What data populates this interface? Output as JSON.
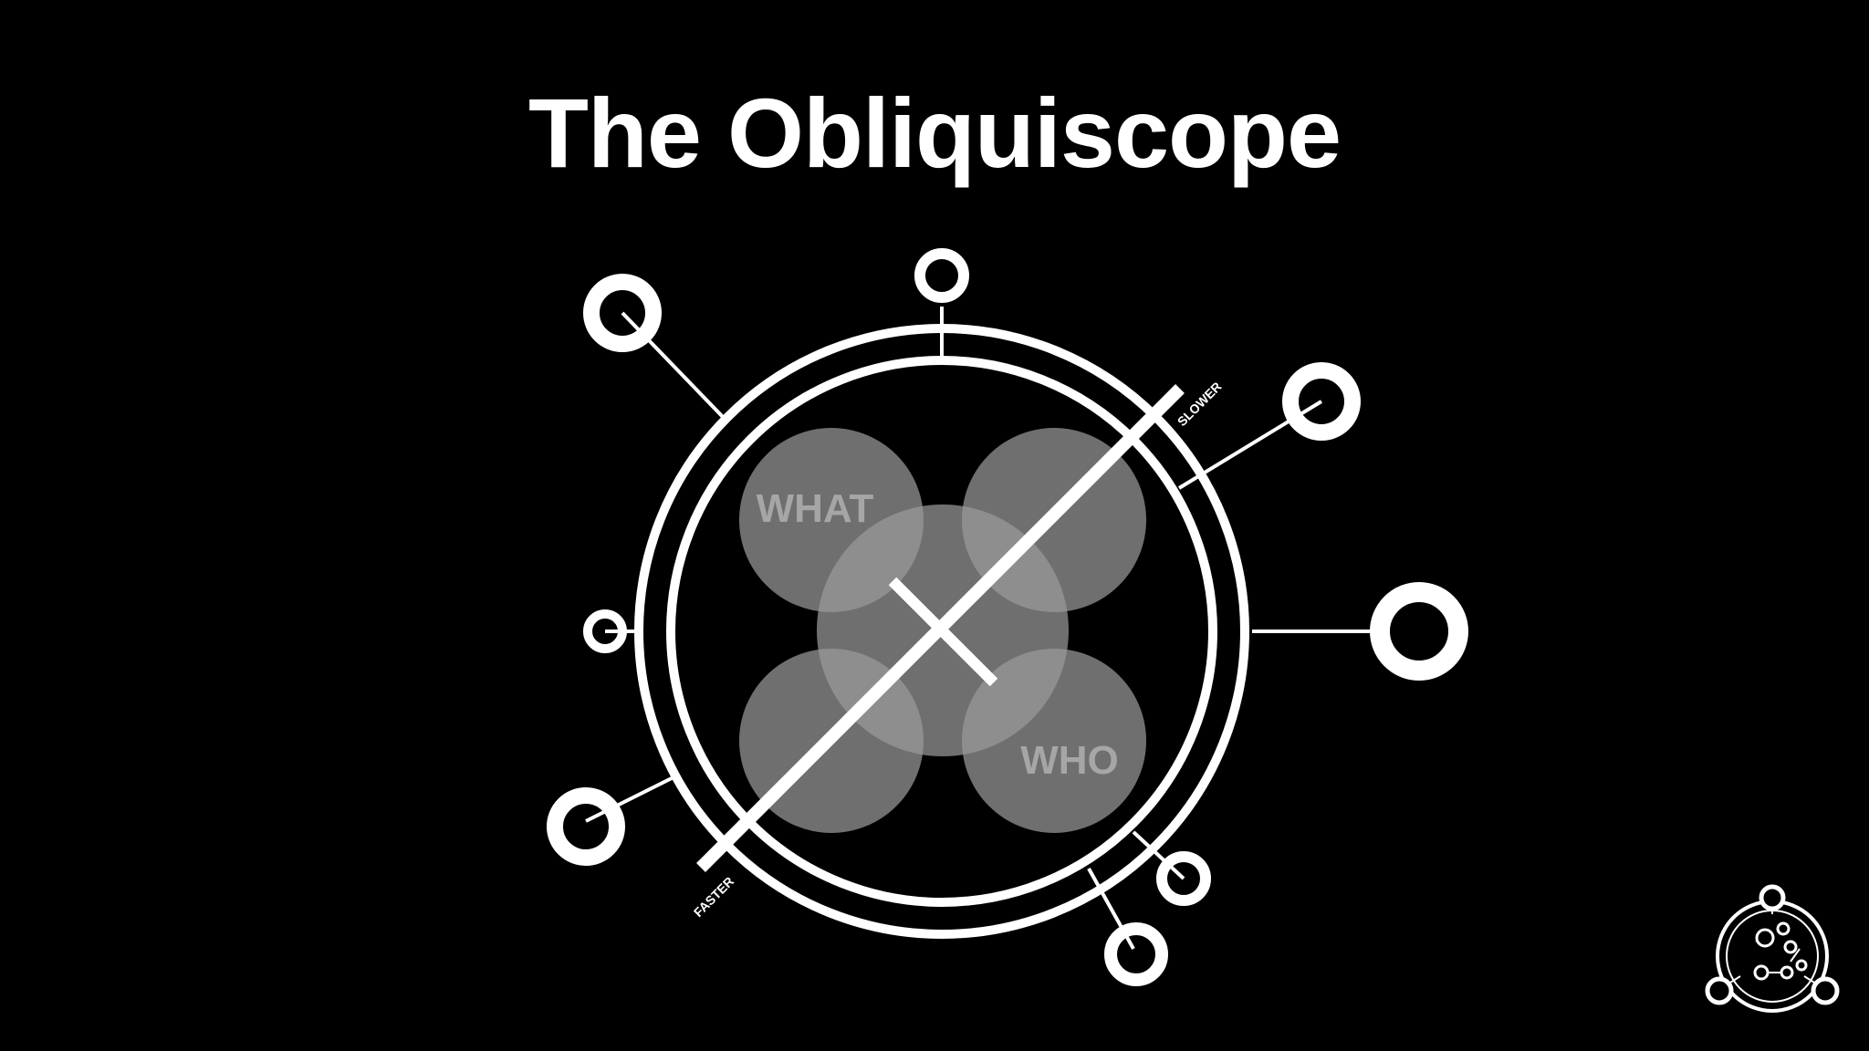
{
  "title": "The Obliquiscope",
  "diagram": {
    "venn_labels": {
      "top_left": "WHAT",
      "top_right": "",
      "bottom_left": "",
      "bottom_right": "WHO"
    },
    "axis": {
      "slow_end_label": "SLOWER",
      "fast_end_label": "FASTER"
    }
  },
  "colors": {
    "background": "#000000",
    "foreground": "#ffffff",
    "venn_fill": "#9a9a9a",
    "venn_label": "#a6a6a6"
  },
  "icons": {
    "corner_logo": "obliquiscope-logo-icon"
  }
}
